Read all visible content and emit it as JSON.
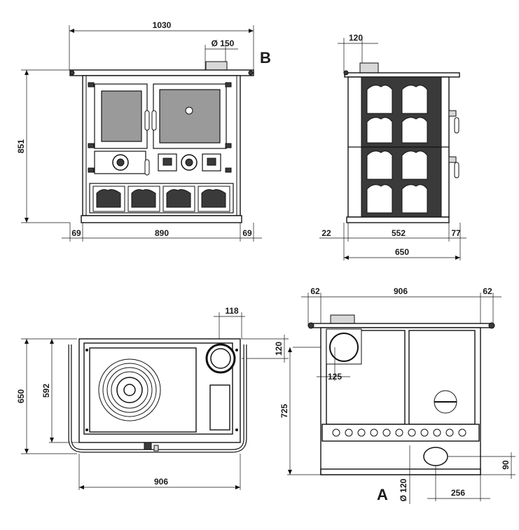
{
  "labels": {
    "view_b": "B",
    "view_a": "A"
  },
  "front_view": {
    "width_total": "1030",
    "flue_diameter": "Ø 150",
    "height": "851",
    "left_offset": "69",
    "inner_width": "890",
    "right_offset": "69"
  },
  "side_view": {
    "flue_offset": "120",
    "left_offset": "22",
    "inner_width": "552",
    "right_offset": "77",
    "depth_total": "650"
  },
  "top_view": {
    "flue_offset": "118",
    "flue_depth": "120",
    "depth_total": "650",
    "depth_inner": "592",
    "width": "906"
  },
  "rear_view": {
    "left_offset": "62",
    "width": "906",
    "right_offset": "62",
    "flue_offset": "125",
    "height": "725",
    "inlet_height": "90",
    "inlet_diameter": "Ø 120",
    "inlet_offset": "256"
  },
  "colors": {
    "line": "#111111",
    "panel_fill": "#3a3a3a"
  }
}
